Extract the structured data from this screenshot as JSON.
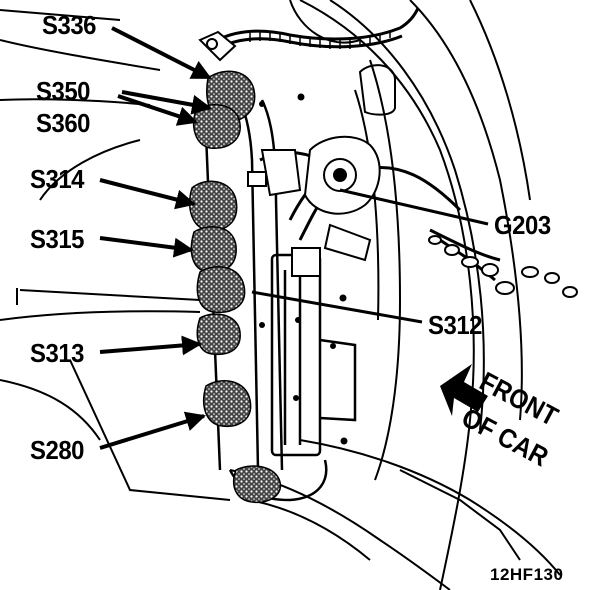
{
  "labels": {
    "s336": "S336",
    "s350": "S350",
    "s360": "S360",
    "s314": "S314",
    "s315": "S315",
    "s313": "S313",
    "s280": "S280",
    "g203": "G203",
    "s312": "S312"
  },
  "direction": {
    "line1": "FRONT",
    "line2": "OF CAR"
  },
  "figure_id": "12HF130"
}
